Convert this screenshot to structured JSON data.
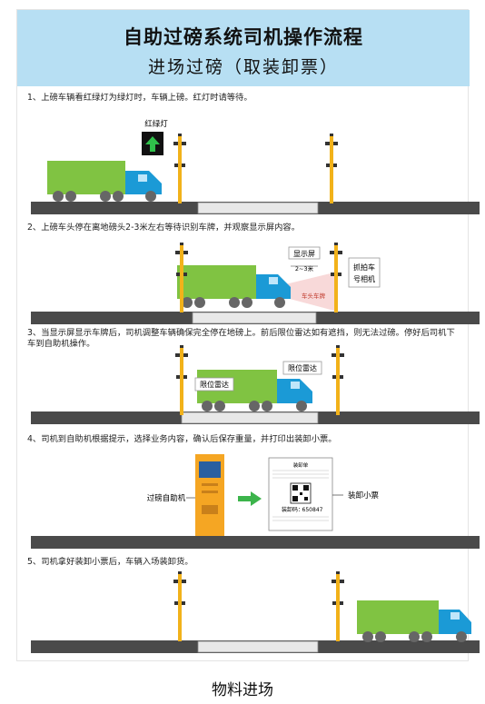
{
  "header": {
    "title": "自助过磅系统司机操作流程",
    "subtitle": "进场过磅（取装卸票）"
  },
  "steps": [
    {
      "text": "1、上磅车辆看红绿灯为绿灯时，车辆上磅。红灯时请等待。"
    },
    {
      "text": "2、上磅车头停在离地磅头2-3米左右等待识别车牌，并观察显示屏内容。"
    },
    {
      "text": "3、当显示屏显示车牌后，司机调整车辆确保完全停在地磅上。前后限位雷达如有遮挡，则无法过磅。停好后司机下车到自助机操作。"
    },
    {
      "text": "4、司机到自助机根据提示，选择业务内容，确认后保存重量，并打印出装卸小票。"
    },
    {
      "text": "5、司机拿好装卸小票后，车辆入场装卸货。"
    }
  ],
  "labels": {
    "traffic_light": "红绿灯",
    "display_screen": "显示屏",
    "distance": "2~3米",
    "plate_capture_line1": "抓拍车",
    "plate_capture_line2": "号相机",
    "truck_head_plate": "车头车牌",
    "radar_left": "限位雷达",
    "radar_right": "限位雷达",
    "kiosk": "过磅自助机",
    "ticket": "装卸小票"
  },
  "ticket": {
    "title": "装卸单",
    "code_label": "装卸码：",
    "code_value": "650847"
  },
  "caption": "物料进场",
  "colors": {
    "header_bg": "#b7dff3",
    "truck_body": "#80c342",
    "truck_cab": "#1b9ad6",
    "pole": "#f2b21a",
    "road": "#4a4a4a",
    "kiosk": "#f5a623",
    "arrow_green": "#3cb44b"
  }
}
